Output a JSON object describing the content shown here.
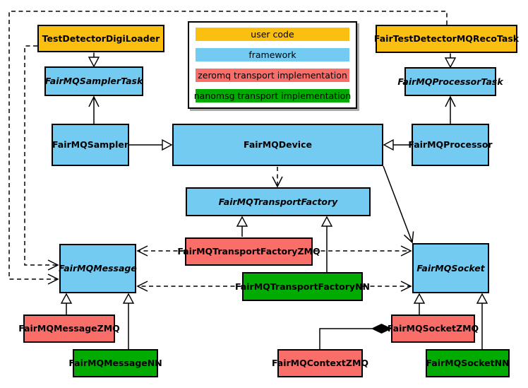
{
  "colors": {
    "user_code": "#FBBF10",
    "framework": "#74CBF2",
    "zeromq": "#F96E69",
    "nanomsg": "#02AB02",
    "line": "#000000",
    "background": "#FFFFFF"
  },
  "legend": {
    "items": [
      {
        "label": "user code",
        "color": "#FBBF10"
      },
      {
        "label": "framework",
        "color": "#74CBF2"
      },
      {
        "label": "zeromq transport implementation",
        "color": "#F96E69"
      },
      {
        "label": "nanomsg transport implementation",
        "color": "#02AB02"
      }
    ]
  },
  "nodes": {
    "digiloader": {
      "label": "TestDetectorDigiLoader",
      "category": "user code",
      "abstract": false
    },
    "recotask": {
      "label": "FairTestDetectorMQRecoTask",
      "category": "user code",
      "abstract": false
    },
    "samplertask": {
      "label": "FairMQSamplerTask",
      "category": "framework",
      "abstract": true
    },
    "processortask": {
      "label": "FairMQProcessorTask",
      "category": "framework",
      "abstract": true
    },
    "sampler": {
      "label": "FairMQSampler",
      "category": "framework",
      "abstract": false
    },
    "device": {
      "label": "FairMQDevice",
      "category": "framework",
      "abstract": false
    },
    "processor": {
      "label": "FairMQProcessor",
      "category": "framework",
      "abstract": false
    },
    "transportfactory": {
      "label": "FairMQTransportFactory",
      "category": "framework",
      "abstract": true
    },
    "factoryzmq": {
      "label": "FairMQTransportFactoryZMQ",
      "category": "zeromq",
      "abstract": false
    },
    "factorynn": {
      "label": "FairMQTransportFactoryNN",
      "category": "nanomsg",
      "abstract": false
    },
    "message": {
      "label": "FairMQMessage",
      "category": "framework",
      "abstract": true
    },
    "socket": {
      "label": "FairMQSocket",
      "category": "framework",
      "abstract": true
    },
    "messagezmq": {
      "label": "FairMQMessageZMQ",
      "category": "zeromq",
      "abstract": false
    },
    "messagenn": {
      "label": "FairMQMessageNN",
      "category": "nanomsg",
      "abstract": false
    },
    "contextzmq": {
      "label": "FairMQContextZMQ",
      "category": "zeromq",
      "abstract": false
    },
    "socketzmq": {
      "label": "FairMQSocketZMQ",
      "category": "zeromq",
      "abstract": false
    },
    "socketnn": {
      "label": "FairMQSocketNN",
      "category": "nanomsg",
      "abstract": false
    }
  },
  "edges": [
    {
      "from": "TestDetectorDigiLoader",
      "to": "FairMQSamplerTask",
      "type": "generalization"
    },
    {
      "from": "FairTestDetectorMQRecoTask",
      "to": "FairMQProcessorTask",
      "type": "generalization"
    },
    {
      "from": "FairMQSampler",
      "to": "FairMQSamplerTask",
      "type": "association"
    },
    {
      "from": "FairMQProcessor",
      "to": "FairMQProcessorTask",
      "type": "association"
    },
    {
      "from": "FairMQSampler",
      "to": "FairMQDevice",
      "type": "generalization"
    },
    {
      "from": "FairMQProcessor",
      "to": "FairMQDevice",
      "type": "generalization"
    },
    {
      "from": "FairMQDevice",
      "to": "FairMQTransportFactory",
      "type": "dependency"
    },
    {
      "from": "FairMQDevice",
      "to": "FairMQSocket",
      "type": "association"
    },
    {
      "from": "FairMQTransportFactoryZMQ",
      "to": "FairMQTransportFactory",
      "type": "generalization"
    },
    {
      "from": "FairMQTransportFactoryNN",
      "to": "FairMQTransportFactory",
      "type": "generalization"
    },
    {
      "from": "FairMQTransportFactoryZMQ",
      "to": "FairMQMessage",
      "type": "dependency"
    },
    {
      "from": "FairMQTransportFactoryZMQ",
      "to": "FairMQSocket",
      "type": "dependency"
    },
    {
      "from": "FairMQTransportFactoryNN",
      "to": "FairMQMessage",
      "type": "dependency"
    },
    {
      "from": "FairMQTransportFactoryNN",
      "to": "FairMQSocket",
      "type": "dependency"
    },
    {
      "from": "FairMQMessageZMQ",
      "to": "FairMQMessage",
      "type": "generalization"
    },
    {
      "from": "FairMQMessageNN",
      "to": "FairMQMessage",
      "type": "generalization"
    },
    {
      "from": "FairMQSocketZMQ",
      "to": "FairMQSocket",
      "type": "generalization"
    },
    {
      "from": "FairMQSocketNN",
      "to": "FairMQSocket",
      "type": "generalization"
    },
    {
      "from": "FairMQContextZMQ",
      "to": "FairMQSocketZMQ",
      "type": "composition"
    },
    {
      "from": "TestDetectorDigiLoader",
      "to": "FairMQMessage",
      "type": "dependency"
    },
    {
      "from": "FairTestDetectorMQRecoTask",
      "to": "FairMQMessage",
      "type": "dependency"
    }
  ]
}
